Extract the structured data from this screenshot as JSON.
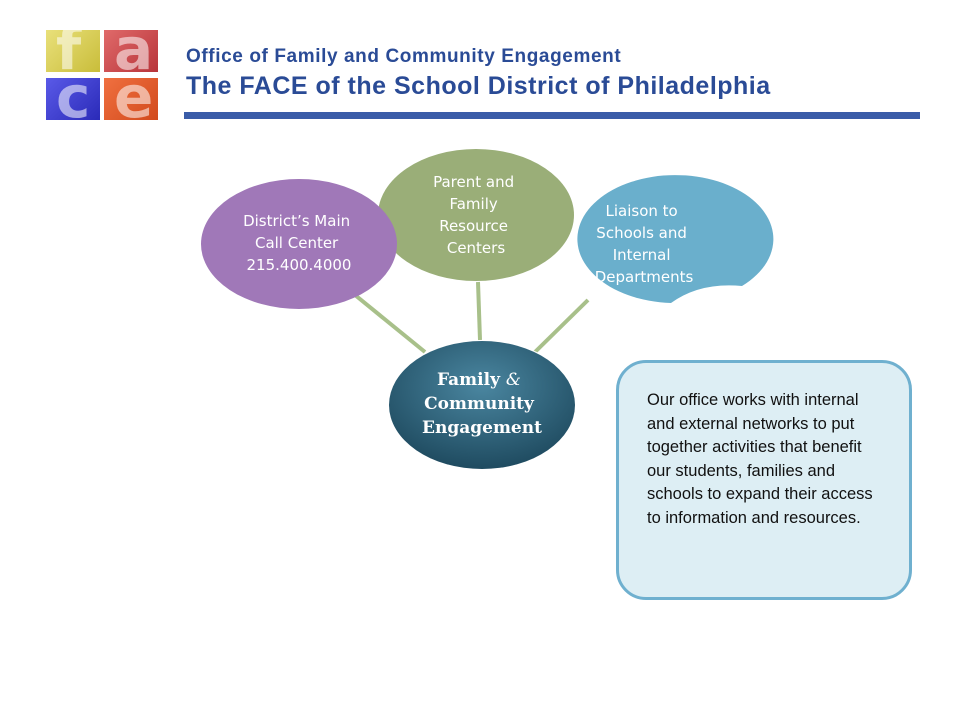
{
  "header": {
    "subtitle": "Office of Family and Community Engagement",
    "title": "The FACE of the School District of Philadelphia"
  },
  "diagram": {
    "center": {
      "line1": "Family",
      "amp": "&",
      "line2": "Community",
      "line3": "Engagement"
    },
    "nodes": [
      {
        "lines": [
          "District’s Main",
          "Call Center",
          "215.400.4000"
        ],
        "color": "#a078b8"
      },
      {
        "lines": [
          "Parent and",
          "Family",
          "Resource",
          "Centers"
        ],
        "color": "#9aae78"
      },
      {
        "lines": [
          "Liaison to",
          "Schools and",
          "Internal",
          "Departments"
        ],
        "color": "#6aafcc"
      }
    ],
    "center_color": "#2a5f78",
    "connector_color": "#a8c08a"
  },
  "callout": {
    "text": "Our office works with internal and external networks to put together activities that benefit our students, families and schools to expand their access to information and resources."
  }
}
